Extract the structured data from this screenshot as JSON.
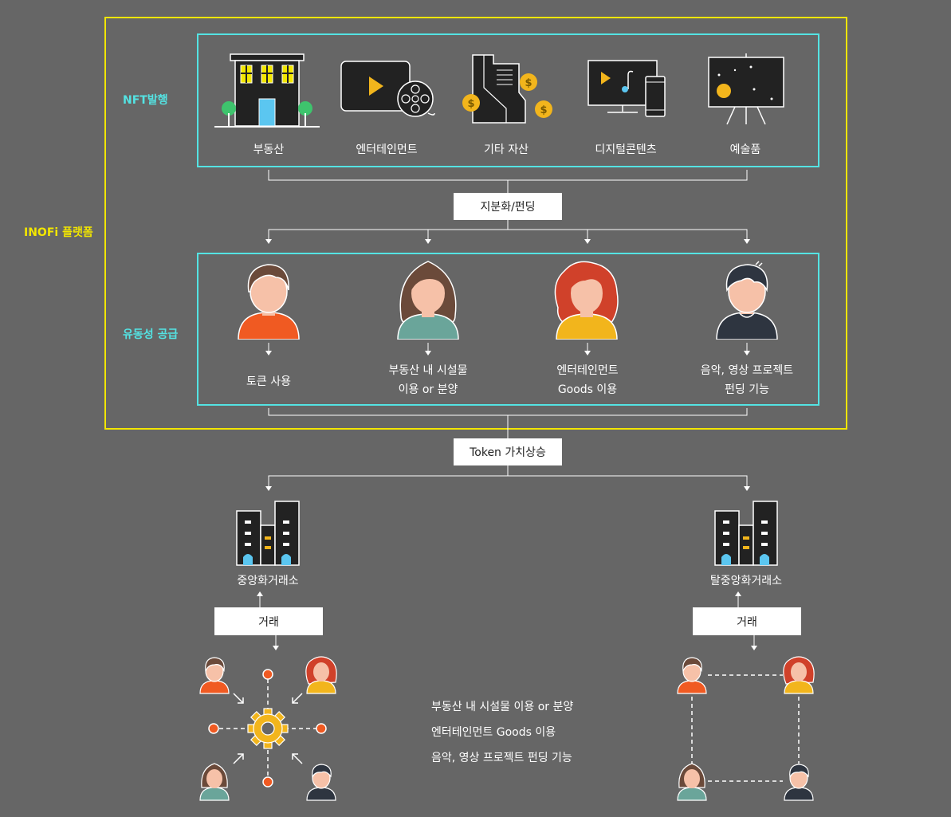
{
  "platform_label": "INOFi 플랫폼",
  "nft_label": "NFT발행",
  "liquidity_label": "유동성 공급",
  "assets": [
    "부동산",
    "엔터테인먼트",
    "기타 자산",
    "디지털콘텐츠",
    "예술품"
  ],
  "fractional_label": "지분화/펀딩",
  "uses": [
    {
      "line1": "토큰 사용",
      "line2": ""
    },
    {
      "line1": "부동산 내 시설물",
      "line2": "이용 or 분양"
    },
    {
      "line1": "엔터테인먼트",
      "line2": "Goods 이용"
    },
    {
      "line1": "음악, 영상 프로젝트",
      "line2": "펀딩 기능"
    }
  ],
  "token_label": "Token 가치상승",
  "exchanges": {
    "central": "중앙화거래소",
    "decentral": "탈중앙화거래소"
  },
  "trade_label": "거래",
  "benefits": [
    "부동산 내 시설물 이용 or 분양",
    "엔터테인먼트 Goods 이용",
    "음악, 영상 프로젝트 펀딩 기능"
  ],
  "colors": {
    "platform_border": "#f2e600",
    "box_border": "#54e3e3",
    "accent_text_yellow": "#f2e600",
    "accent_text_cyan": "#54e3e3",
    "orange": "#f05a22",
    "gold": "#f2b51c"
  }
}
